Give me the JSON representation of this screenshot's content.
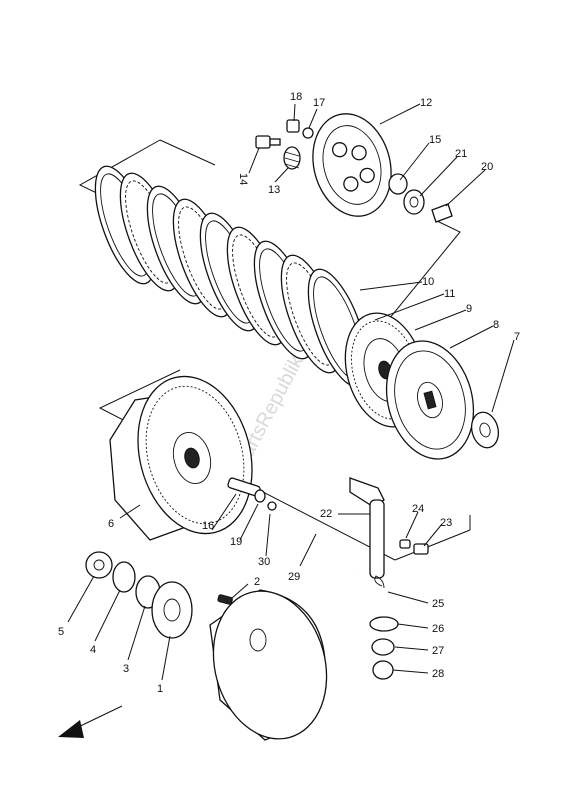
{
  "callouts": [
    {
      "id": "c1",
      "text": "1"
    },
    {
      "id": "c2",
      "text": "2"
    },
    {
      "id": "c3",
      "text": "3"
    },
    {
      "id": "c4",
      "text": "4"
    },
    {
      "id": "c5",
      "text": "5"
    },
    {
      "id": "c6",
      "text": "6"
    },
    {
      "id": "c7",
      "text": "7"
    },
    {
      "id": "c8",
      "text": "8"
    },
    {
      "id": "c9",
      "text": "9"
    },
    {
      "id": "c10",
      "text": "10"
    },
    {
      "id": "c11",
      "text": "11"
    },
    {
      "id": "c12",
      "text": "12"
    },
    {
      "id": "c13",
      "text": "13"
    },
    {
      "id": "c14",
      "text": "14"
    },
    {
      "id": "c15",
      "text": "15"
    },
    {
      "id": "c16",
      "text": "16"
    },
    {
      "id": "c17",
      "text": "17"
    },
    {
      "id": "c18",
      "text": "18"
    },
    {
      "id": "c19",
      "text": "19"
    },
    {
      "id": "c20",
      "text": "20"
    },
    {
      "id": "c21",
      "text": "21"
    },
    {
      "id": "c22",
      "text": "22"
    },
    {
      "id": "c23",
      "text": "23"
    },
    {
      "id": "c24",
      "text": "24"
    },
    {
      "id": "c25",
      "text": "25"
    },
    {
      "id": "c26",
      "text": "26"
    },
    {
      "id": "c27",
      "text": "27"
    },
    {
      "id": "c28",
      "text": "28"
    },
    {
      "id": "c29",
      "text": "29"
    },
    {
      "id": "c30",
      "text": "30"
    }
  ],
  "watermark": "PartsRepublik",
  "colors": {
    "ink": "#111111",
    "background": "#ffffff",
    "watermark": "#d9d9d9"
  },
  "icons": {
    "direction_arrow": "arrow-down-left-icon"
  }
}
